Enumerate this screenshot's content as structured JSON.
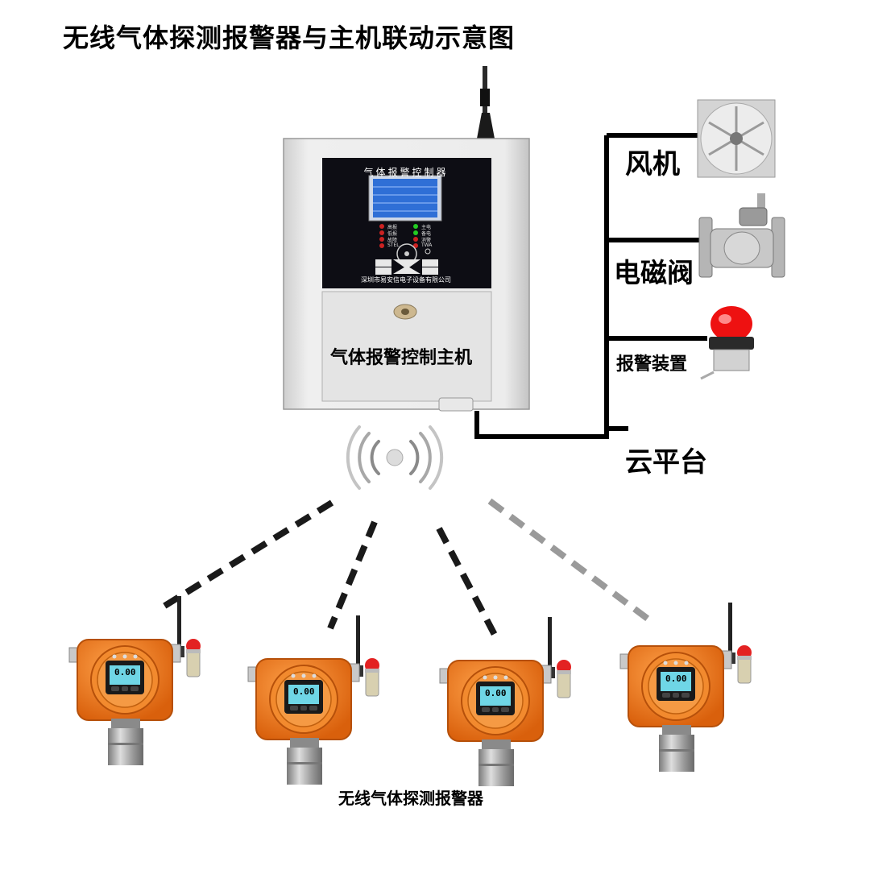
{
  "title": "无线气体探测报警器与主机联动示意图",
  "host": {
    "panel_title": "气体报警控制器",
    "company": "深圳市易安信电子设备有限公司",
    "label": "气体报警控制主机",
    "indicators": [
      "高报",
      "主电",
      "低报",
      "备电",
      "故障",
      "消警",
      "STEL",
      "TWA"
    ]
  },
  "outputs": {
    "fan": "风机",
    "valve": "电磁阀",
    "alarm": "报警装置",
    "cloud": "云平台"
  },
  "detectors": {
    "label": "无线气体探测报警器",
    "readings": [
      "0.00",
      "0.00",
      "0.00",
      "0.00"
    ]
  },
  "colors": {
    "detector_body": "#f07a1e",
    "host_case": "#e6e6e6",
    "panel": "#0d0d14",
    "screen": "#2f6fd6",
    "detector_screen": "#6fd6e6"
  }
}
